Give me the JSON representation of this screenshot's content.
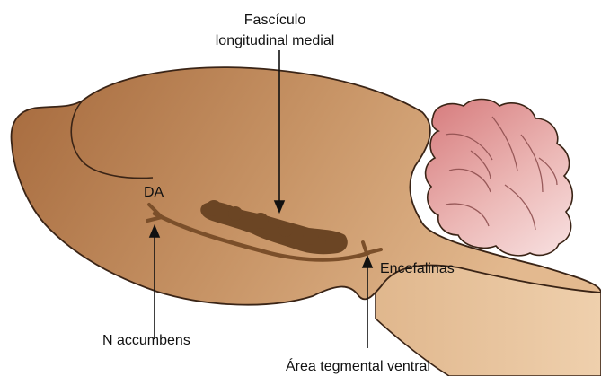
{
  "labels": {
    "fasciculo_line1": "Fascículo",
    "fasciculo_line2": "longitudinal medial",
    "da": "DA",
    "encefalinas": "Encefalinas",
    "n_accumbens": "N accumbens",
    "area_tegmental": "Área tegmental ventral"
  },
  "colors": {
    "brain_dark": "#a66a3d",
    "brain_light": "#e3b98f",
    "stem": "#efd0ad",
    "cerebellum_dark": "#d98384",
    "cerebellum_light": "#f7dede",
    "tract": "#7b4f2a",
    "fascicle": "#6b4524",
    "outline": "#3a2416"
  }
}
